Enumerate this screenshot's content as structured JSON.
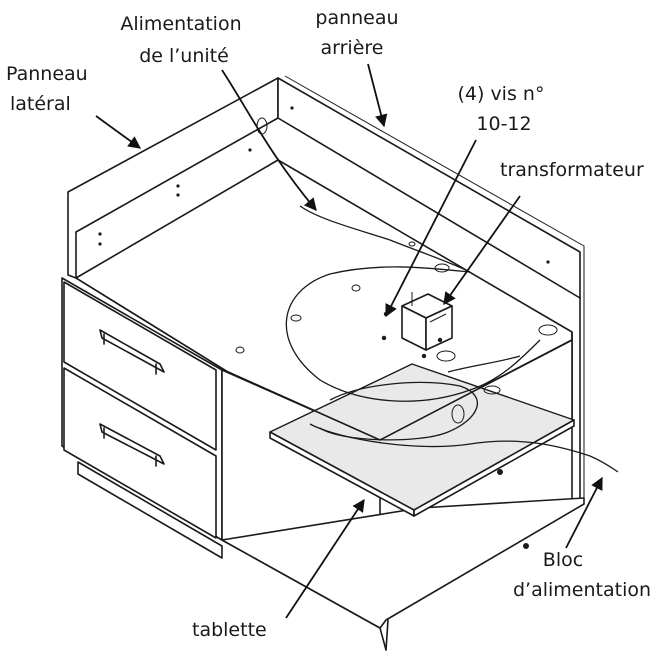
{
  "labels": {
    "unit_power": [
      "Alimentation",
      "de l’unité"
    ],
    "back_panel": [
      "panneau",
      "arrière"
    ],
    "side_panel": [
      "Panneau",
      "latéral"
    ],
    "screws": [
      "(4) vis n°",
      "10-12"
    ],
    "transformer": "transformateur",
    "power_block": [
      "Bloc",
      "d’alimentation"
    ],
    "shelf": "tablette"
  }
}
